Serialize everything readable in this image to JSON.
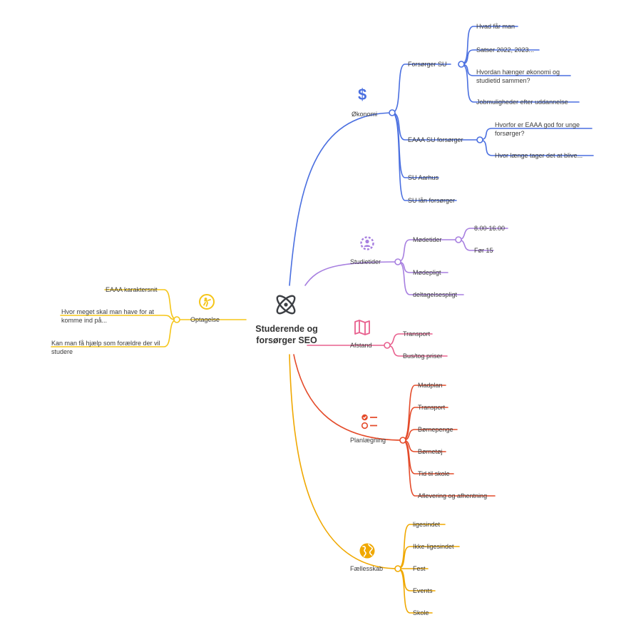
{
  "central": {
    "title": "Studerende og forsørger SEO"
  },
  "colors": {
    "oekonomi": "#4a6fe0",
    "studietider": "#a77fe0",
    "afstand": "#e8608e",
    "planlaegning": "#e44b2a",
    "faellesskab": "#f0a800",
    "optagelse": "#f5c518"
  },
  "branches": {
    "oekonomi": {
      "label": "Økonomi",
      "icon": "dollar-icon",
      "forsorger_su": {
        "label": "Forsørger SU",
        "children": [
          "Hvad får man",
          "Satser 2022, 2023...",
          "Hvordan hænger økonomi og studietid sammen?",
          "Jobmuligheder efter uddannelse"
        ]
      },
      "eaaa_su": {
        "label": "EAAA SU forsørger",
        "children": [
          "Hvorfor er EAAA god for unge forsørger?",
          "Hvor længe tager det at blive..."
        ]
      },
      "su_aarhus": "SU Aarhus",
      "su_laan": "SU lån forsørger"
    },
    "studietider": {
      "label": "Studietider",
      "icon": "worker-gear-icon",
      "moedetider": {
        "label": "Mødetider",
        "children": [
          "8.00-16.00",
          "Før 15"
        ]
      },
      "moedepligt": "Mødepligt",
      "deltagelsespligt": "deltagelsespligt"
    },
    "afstand": {
      "label": "Afstand",
      "icon": "map-icon",
      "children": [
        "Transport",
        "Bus/tog priser"
      ]
    },
    "planlaegning": {
      "label": "Planlægning",
      "icon": "checklist-icon",
      "children": [
        "Madplan",
        "Transport",
        "Børnepenge",
        "Børnetøj",
        "Tid til skole",
        "Aflevering og afhentning"
      ]
    },
    "faellesskab": {
      "label": "Fællesskab",
      "icon": "globe-icon",
      "children": [
        "ligesindet",
        "Ikke-ligesindet",
        "Fest",
        "Events",
        "Skole"
      ]
    },
    "optagelse": {
      "label": "Optagelse",
      "icon": "person-door-icon",
      "children": [
        "EAAA karaktersnit",
        "Hvor meget skal man have for at komme ind på...",
        "Kan man få hjælp som forældre der vil studere"
      ]
    }
  }
}
